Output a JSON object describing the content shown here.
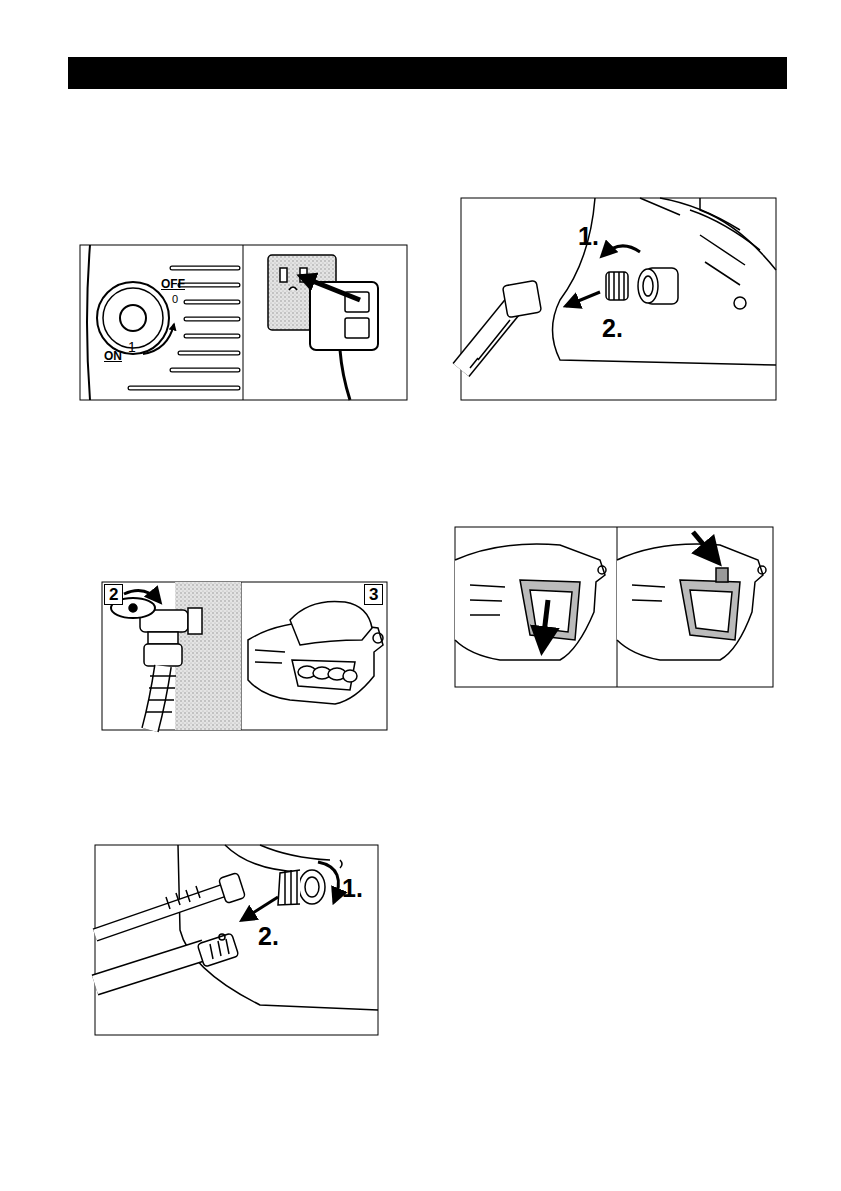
{
  "diagram": {
    "labels": [
      "OFF",
      "0",
      "ON",
      "1",
      "1.",
      "2.",
      "2",
      "3",
      "1.",
      "2."
    ]
  }
}
